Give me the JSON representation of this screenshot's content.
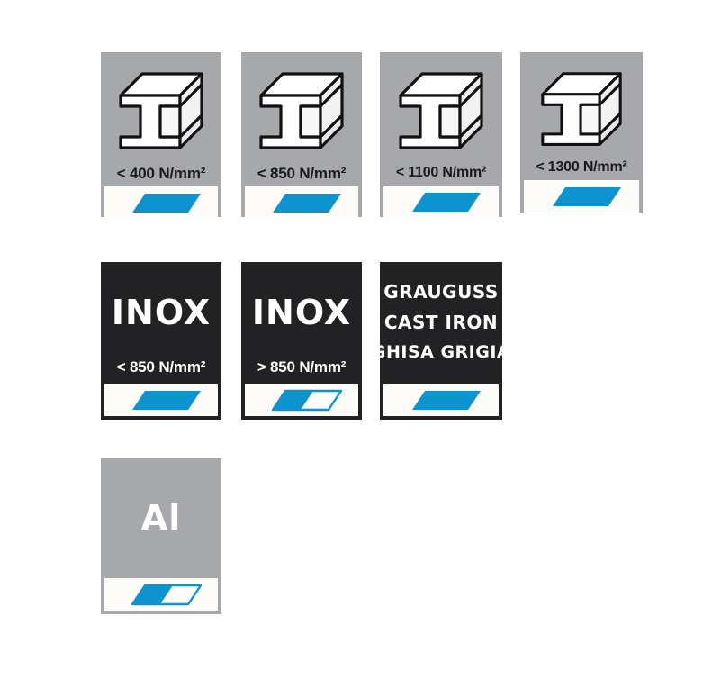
{
  "palette": {
    "blue": "#0d93cd",
    "gray_card": "#a6a8ab",
    "dark_card": "#222225",
    "strip_white": "#fdfcf8",
    "text_dark": "#1a1a1a",
    "text_light": "#ffffff",
    "page_background": "#ffffff"
  },
  "legend": {
    "title": "",
    "rows": [
      {
        "row_name": "steel-row",
        "cards": [
          {
            "id": "steel-lt-400",
            "style": "framed",
            "icon": "i-beam-icon",
            "strength_prefix": "<",
            "strength_value": "400",
            "strength_unit": "N/mm",
            "strength_exponent": "2",
            "strength_label": "< 400 N/mm²",
            "chip": "full"
          },
          {
            "id": "steel-lt-850",
            "style": "framed",
            "icon": "i-beam-icon",
            "strength_prefix": "<",
            "strength_value": "850",
            "strength_unit": "N/mm",
            "strength_exponent": "2",
            "strength_label": "< 850 N/mm²",
            "chip": "full"
          },
          {
            "id": "steel-lt-1100",
            "style": "framed",
            "icon": "i-beam-icon",
            "strength_prefix": "<",
            "strength_value": "1100",
            "strength_unit": "N/mm",
            "strength_exponent": "2",
            "strength_label": "< 1100 N/mm²",
            "chip": "full"
          },
          {
            "id": "steel-lt-1300",
            "style": "framed",
            "icon": "i-beam-icon",
            "strength_prefix": "<",
            "strength_value": "1300",
            "strength_unit": "N/mm",
            "strength_exponent": "2",
            "strength_label": "< 1300 N/mm²",
            "chip": "full"
          }
        ]
      },
      {
        "row_name": "stainless-cast-row",
        "cards": [
          {
            "id": "inox-lt-850",
            "style": "dark",
            "wordmark": "INOX",
            "strength_label": "< 850 N/mm²",
            "strength_prefix": "<",
            "strength_value": "850",
            "strength_unit": "N/mm",
            "strength_exponent": "2",
            "chip": "full"
          },
          {
            "id": "inox-gt-850",
            "style": "dark",
            "wordmark": "INOX",
            "strength_label": "> 850 N/mm²",
            "strength_prefix": ">",
            "strength_value": "850",
            "strength_unit": "N/mm",
            "strength_exponent": "2",
            "chip": "half"
          },
          {
            "id": "cast-iron",
            "style": "dark",
            "lines": [
              "GRAUGUSS",
              "CAST IRON",
              "GHISA GRIGIA"
            ],
            "chip": "full"
          }
        ]
      },
      {
        "row_name": "aluminium-row",
        "cards": [
          {
            "id": "aluminium",
            "style": "framed",
            "wordmark": "Al",
            "chip": "half"
          }
        ]
      }
    ]
  }
}
